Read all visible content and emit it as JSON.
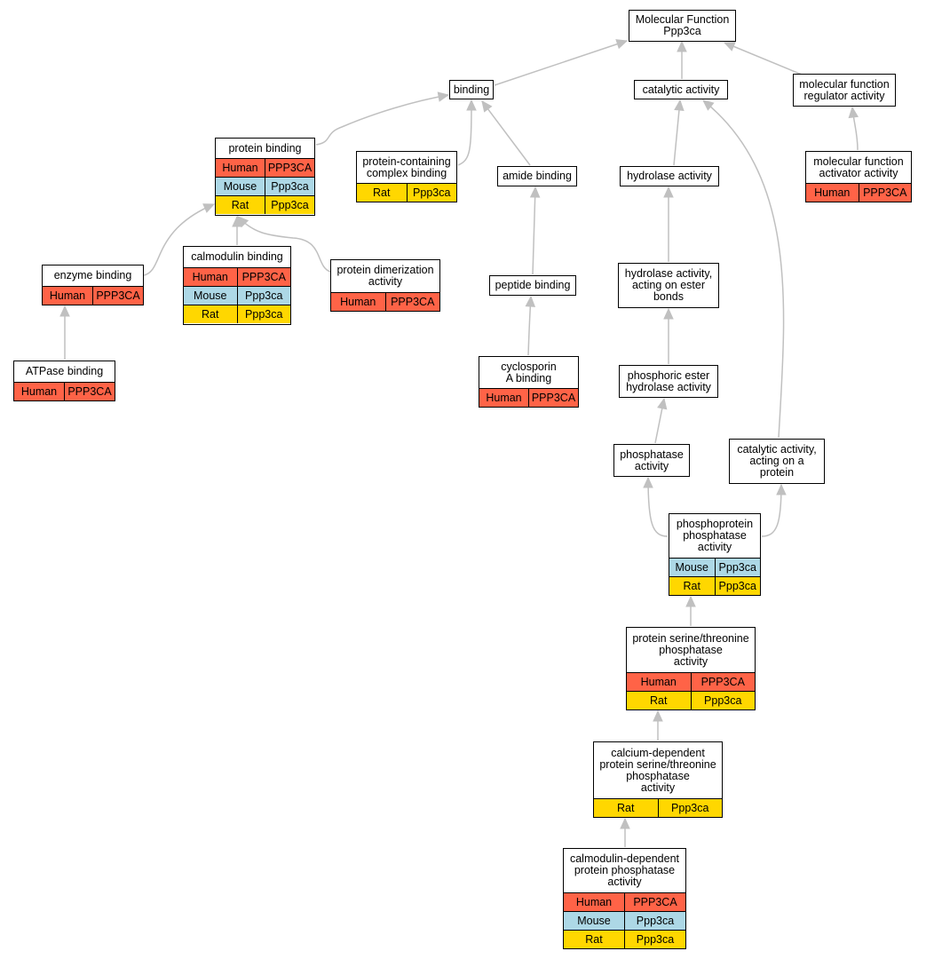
{
  "colors": {
    "human": "#ff6347",
    "mouse": "#add8e6",
    "rat": "#ffd700",
    "edge": "#c0c0c0",
    "border": "#000000"
  },
  "nodes": {
    "mf_root": {
      "title": "Molecular Function\nPpp3ca",
      "species": []
    },
    "binding": {
      "title": "binding",
      "species": []
    },
    "catalytic": {
      "title": "catalytic activity",
      "species": []
    },
    "mf_regulator": {
      "title": "molecular function\nregulator activity",
      "species": []
    },
    "protein_binding": {
      "title": "protein binding",
      "species": [
        {
          "org": "Human",
          "gene": "PPP3CA"
        },
        {
          "org": "Mouse",
          "gene": "Ppp3ca"
        },
        {
          "org": "Rat",
          "gene": "Ppp3ca"
        }
      ]
    },
    "pc_complex": {
      "title": "protein-containing\ncomplex binding",
      "species": [
        {
          "org": "Rat",
          "gene": "Ppp3ca"
        }
      ]
    },
    "amide": {
      "title": "amide binding",
      "species": []
    },
    "hydrolase": {
      "title": "hydrolase activity",
      "species": []
    },
    "mf_activator": {
      "title": "molecular function\nactivator activity",
      "species": [
        {
          "org": "Human",
          "gene": "PPP3CA"
        }
      ]
    },
    "enzyme": {
      "title": "enzyme binding",
      "species": [
        {
          "org": "Human",
          "gene": "PPP3CA"
        }
      ]
    },
    "calmodulin": {
      "title": "calmodulin binding",
      "species": [
        {
          "org": "Human",
          "gene": "PPP3CA"
        },
        {
          "org": "Mouse",
          "gene": "Ppp3ca"
        },
        {
          "org": "Rat",
          "gene": "Ppp3ca"
        }
      ]
    },
    "dimerization": {
      "title": "protein dimerization\nactivity",
      "species": [
        {
          "org": "Human",
          "gene": "PPP3CA"
        }
      ]
    },
    "peptide": {
      "title": "peptide binding",
      "species": []
    },
    "hydrolase_ester": {
      "title": "hydrolase activity,\nacting on ester\nbonds",
      "species": []
    },
    "atpase": {
      "title": "ATPase binding",
      "species": [
        {
          "org": "Human",
          "gene": "PPP3CA"
        }
      ]
    },
    "cyclosporin": {
      "title": "cyclosporin\nA binding",
      "species": [
        {
          "org": "Human",
          "gene": "PPP3CA"
        }
      ]
    },
    "phosphoric": {
      "title": "phosphoric ester\nhydrolase activity",
      "species": []
    },
    "phosphatase": {
      "title": "phosphatase\nactivity",
      "species": []
    },
    "cat_protein": {
      "title": "catalytic activity,\nacting on a\nprotein",
      "species": []
    },
    "phosphoprotein": {
      "title": "phosphoprotein\nphosphatase\nactivity",
      "species": [
        {
          "org": "Mouse",
          "gene": "Ppp3ca"
        },
        {
          "org": "Rat",
          "gene": "Ppp3ca"
        }
      ]
    },
    "ser_thr": {
      "title": "protein serine/threonine\nphosphatase\nactivity",
      "species": [
        {
          "org": "Human",
          "gene": "PPP3CA"
        },
        {
          "org": "Rat",
          "gene": "Ppp3ca"
        }
      ]
    },
    "calcium_dep": {
      "title": "calcium-dependent\nprotein serine/threonine\nphosphatase\nactivity",
      "species": [
        {
          "org": "Rat",
          "gene": "Ppp3ca"
        }
      ]
    },
    "calmodulin_dep": {
      "title": "calmodulin-dependent\nprotein phosphatase\nactivity",
      "species": [
        {
          "org": "Human",
          "gene": "PPP3CA"
        },
        {
          "org": "Mouse",
          "gene": "Ppp3ca"
        },
        {
          "org": "Rat",
          "gene": "Ppp3ca"
        }
      ]
    }
  },
  "edges": [
    {
      "from": "binding",
      "to": "mf_root"
    },
    {
      "from": "catalytic",
      "to": "mf_root"
    },
    {
      "from": "mf_regulator",
      "to": "mf_root"
    },
    {
      "from": "protein_binding",
      "to": "binding"
    },
    {
      "from": "pc_complex",
      "to": "binding"
    },
    {
      "from": "amide",
      "to": "binding"
    },
    {
      "from": "hydrolase",
      "to": "catalytic"
    },
    {
      "from": "cat_protein",
      "to": "catalytic"
    },
    {
      "from": "mf_activator",
      "to": "mf_regulator"
    },
    {
      "from": "enzyme",
      "to": "protein_binding"
    },
    {
      "from": "calmodulin",
      "to": "protein_binding"
    },
    {
      "from": "dimerization",
      "to": "protein_binding"
    },
    {
      "from": "atpase",
      "to": "enzyme"
    },
    {
      "from": "peptide",
      "to": "amide"
    },
    {
      "from": "cyclosporin",
      "to": "peptide"
    },
    {
      "from": "hydrolase_ester",
      "to": "hydrolase"
    },
    {
      "from": "phosphoric",
      "to": "hydrolase_ester"
    },
    {
      "from": "phosphatase",
      "to": "phosphoric"
    },
    {
      "from": "phosphoprotein",
      "to": "phosphatase"
    },
    {
      "from": "phosphoprotein",
      "to": "cat_protein"
    },
    {
      "from": "ser_thr",
      "to": "phosphoprotein"
    },
    {
      "from": "calcium_dep",
      "to": "ser_thr"
    },
    {
      "from": "calmodulin_dep",
      "to": "calcium_dep"
    }
  ]
}
